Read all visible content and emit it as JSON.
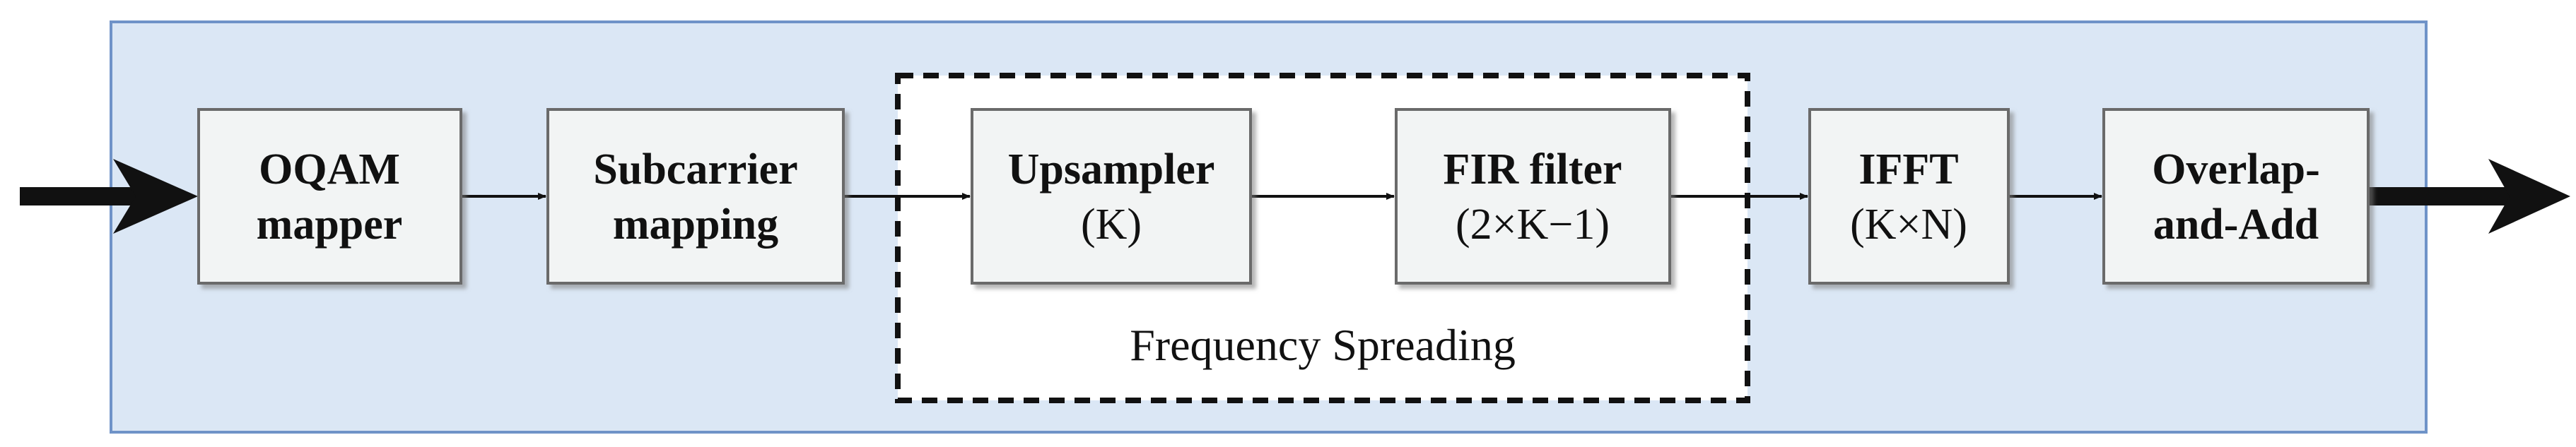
{
  "diagram": {
    "blocks": [
      {
        "id": "oqam",
        "line1": "OQAM",
        "line2": "mapper"
      },
      {
        "id": "subcarrier",
        "line1": "Subcarrier",
        "line2": "mapping"
      },
      {
        "id": "upsampler",
        "line1": "Upsampler",
        "line2": "(K)"
      },
      {
        "id": "fir",
        "line1": "FIR filter",
        "line2": "(2×K−1)"
      },
      {
        "id": "ifft",
        "line1": "IFFT",
        "line2": "(K×N)"
      },
      {
        "id": "overlap",
        "line1": "Overlap-",
        "line2": "and-Add"
      }
    ],
    "group_label": "Frequency Spreading",
    "colors": {
      "panel_fill": "#dbe7f5",
      "panel_border": "#6f93c8",
      "block_fill": "#f2f4f4",
      "block_border": "#6b6b6b",
      "ink": "#111111"
    }
  }
}
